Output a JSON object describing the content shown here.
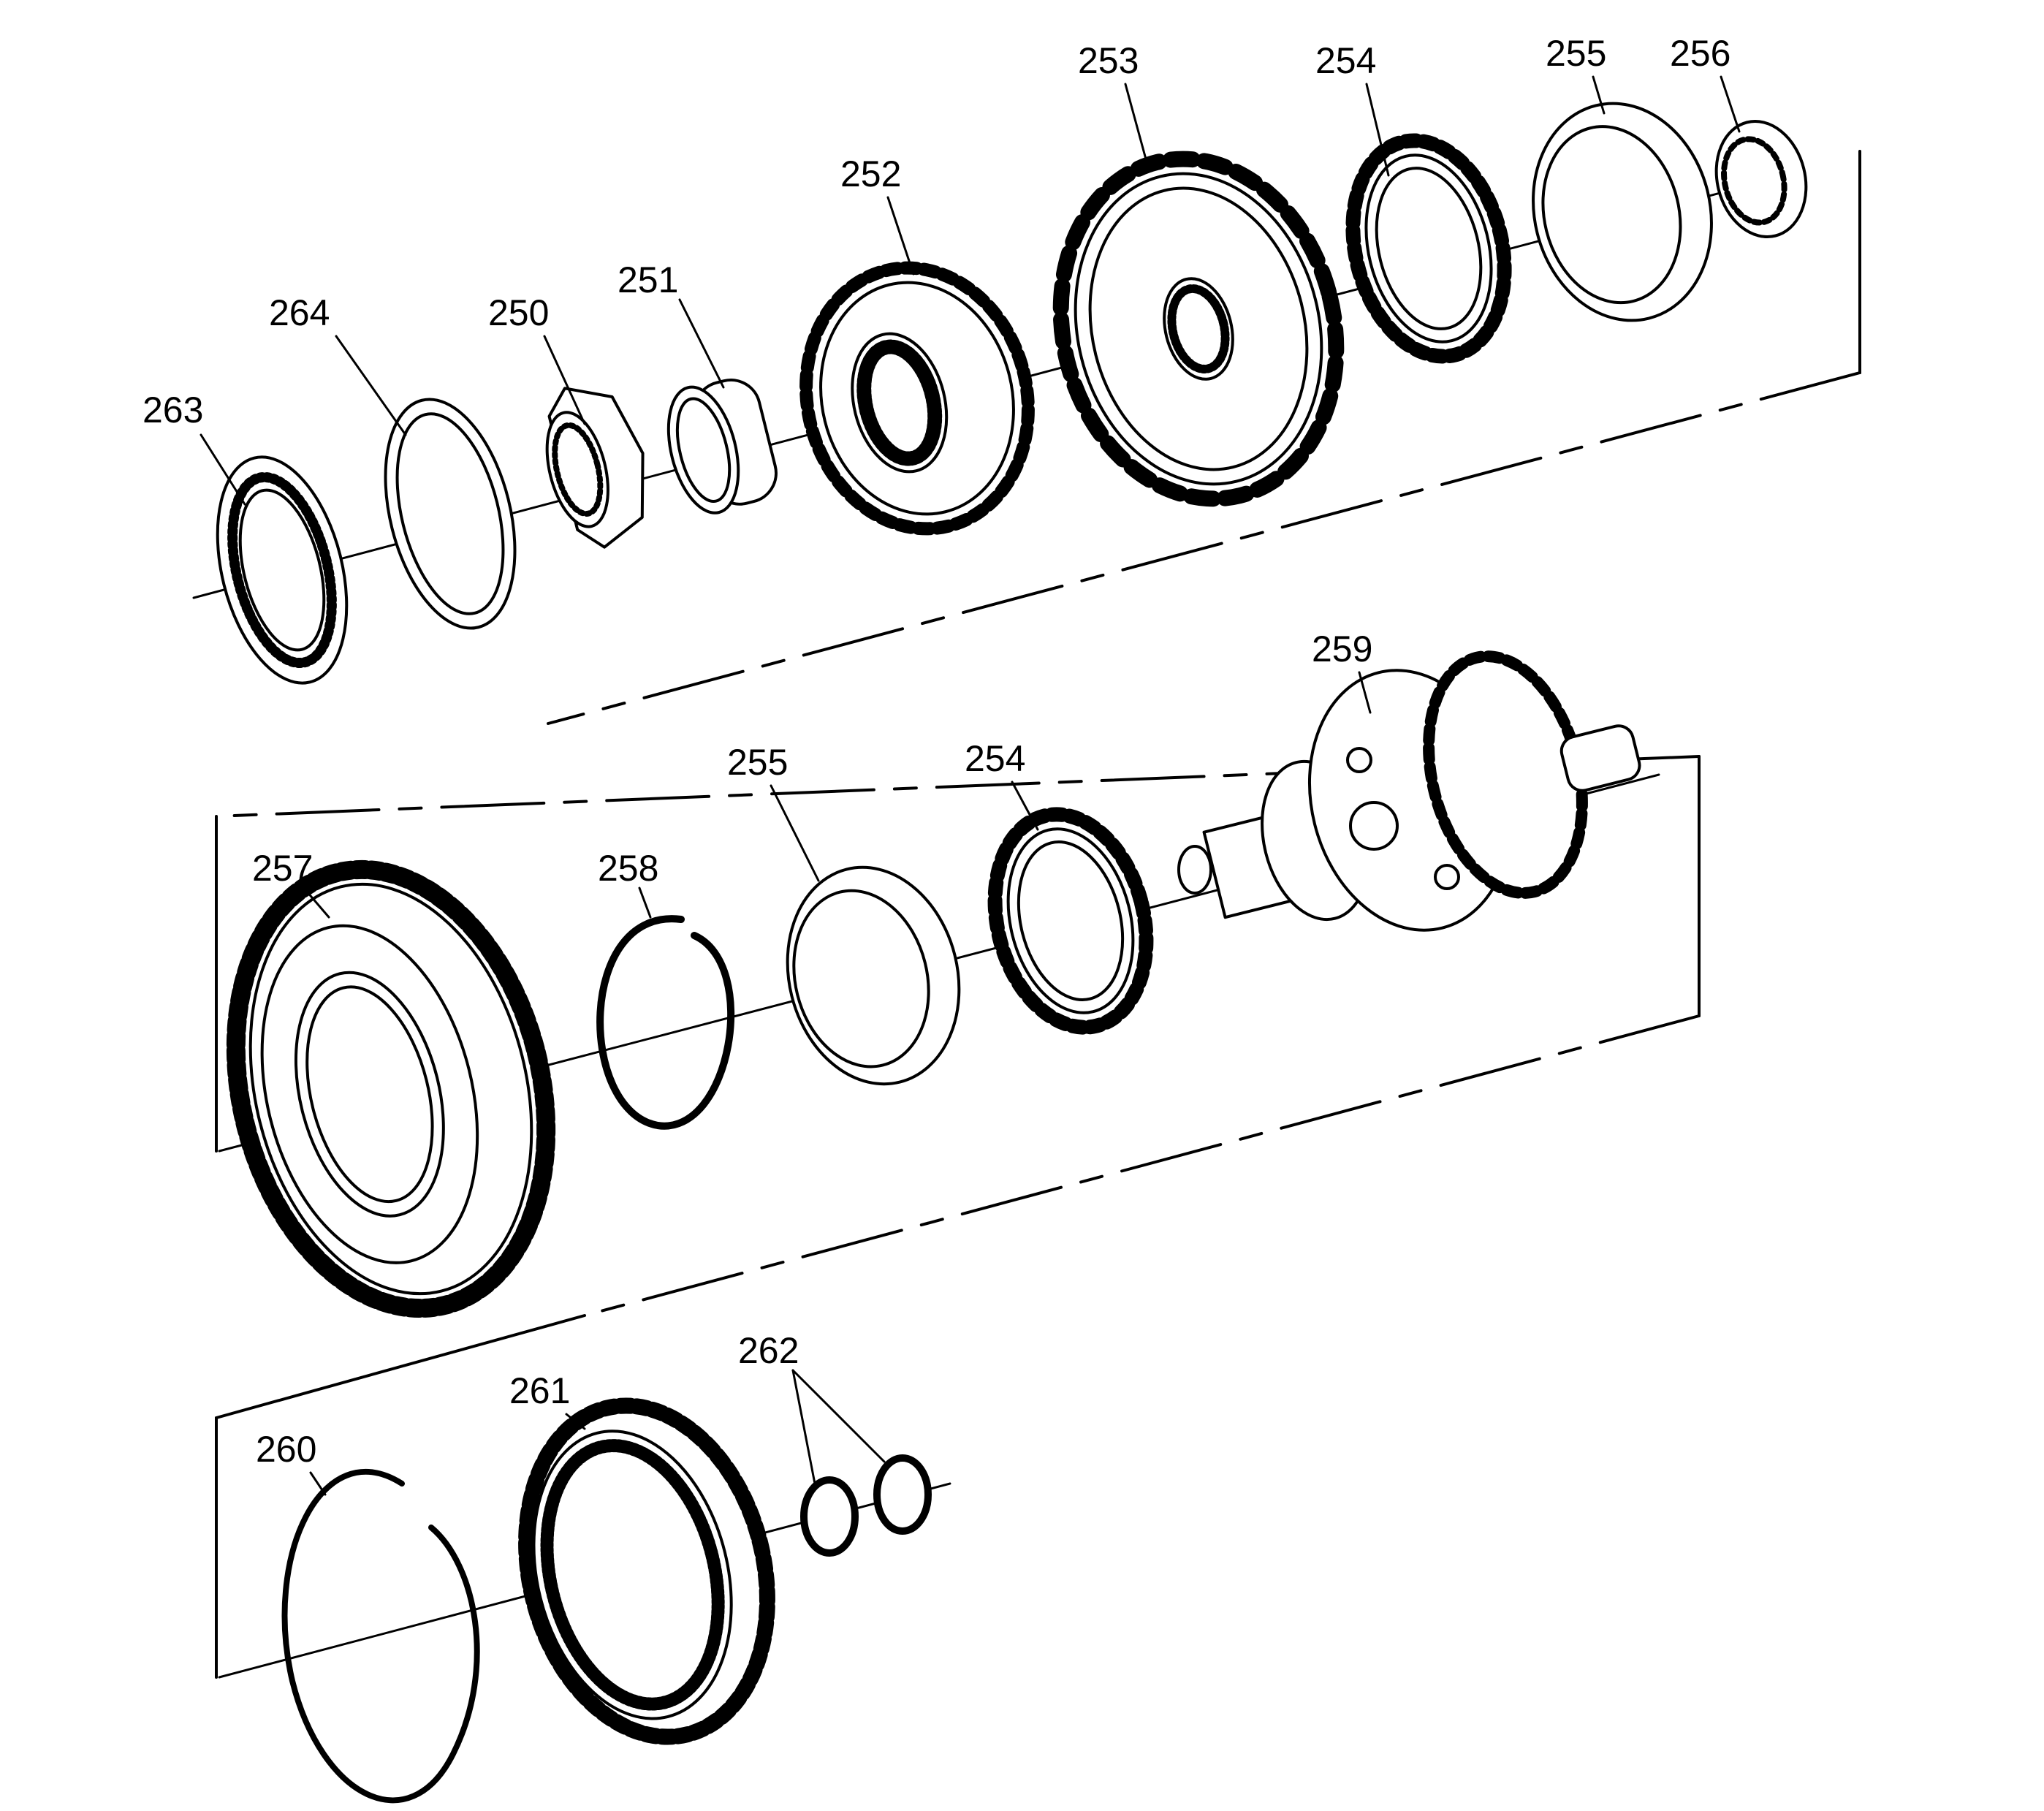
{
  "colors": {
    "stroke": "#000000",
    "background": "#ffffff"
  },
  "callouts": [
    {
      "id": "p263",
      "label": "263"
    },
    {
      "id": "p264",
      "label": "264"
    },
    {
      "id": "p250",
      "label": "250"
    },
    {
      "id": "p251",
      "label": "251"
    },
    {
      "id": "p252",
      "label": "252"
    },
    {
      "id": "p253",
      "label": "253"
    },
    {
      "id": "p254a",
      "label": "254"
    },
    {
      "id": "p255a",
      "label": "255"
    },
    {
      "id": "p256",
      "label": "256"
    },
    {
      "id": "p259",
      "label": "259"
    },
    {
      "id": "p255b",
      "label": "255"
    },
    {
      "id": "p254b",
      "label": "254"
    },
    {
      "id": "p257",
      "label": "257"
    },
    {
      "id": "p258",
      "label": "258"
    },
    {
      "id": "p262",
      "label": "262"
    },
    {
      "id": "p261",
      "label": "261"
    },
    {
      "id": "p260",
      "label": "260"
    }
  ]
}
